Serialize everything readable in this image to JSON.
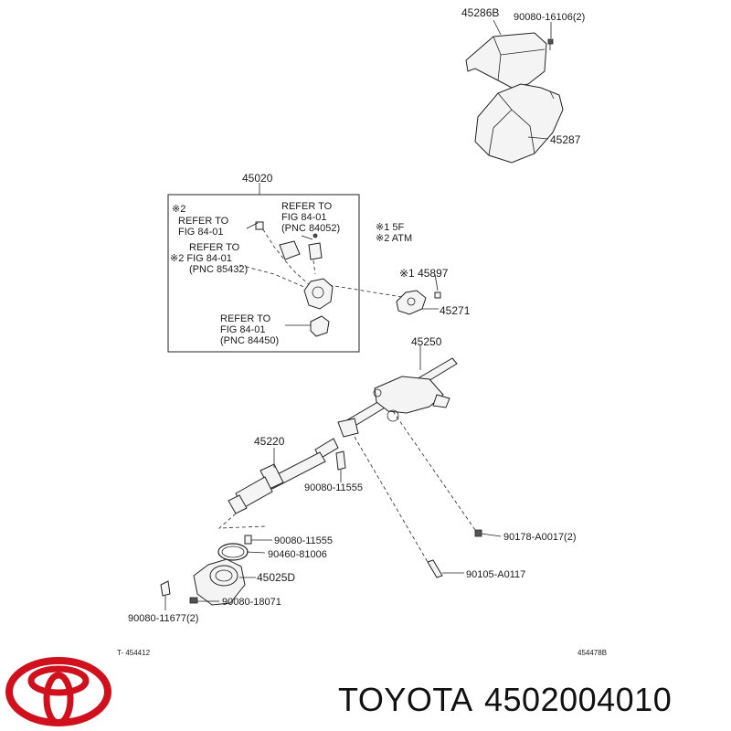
{
  "labels": {
    "p45286b": "45286B",
    "p90080_16106": "90080-16106(2)",
    "p45287": "45287",
    "p45020": "45020",
    "ast2": "※2",
    "refer_a_1": "REFER TO",
    "refer_a_2": "FIG   84-01",
    "refer_b_1": "REFER TO",
    "refer_b_2": "FIG   84-01",
    "refer_b_3": "(PNC 84052)",
    "refer_c_1": "REFER TO",
    "refer_c_2": "※2 FIG   84-01",
    "refer_c_3": "(PNC 85432)",
    "refer_d_1": "REFER TO",
    "refer_d_2": "FIG   84-01",
    "refer_d_3": "(PNC 84450)",
    "note1": "※1 5F",
    "note2": "※2 ATM",
    "p45897": "※1 45897",
    "p45271": "45271",
    "p45250": "45250",
    "p45220": "45220",
    "p90080_11555a": "90080-11555",
    "p90080_11555b": "90080-11555",
    "p90460_81006": "90460-81006",
    "p45025d": "45025D",
    "p90080_18071": "90080-18071",
    "p90080_11677": "90080-11677(2)",
    "p90178": "90178-A0017(2)",
    "p90105": "90105-A0117",
    "code_left": "T- 454412",
    "code_right": "454478B"
  },
  "brand": {
    "name": "TOYOTA",
    "part_number": "4502004010",
    "logo_color": "#d0101c"
  }
}
